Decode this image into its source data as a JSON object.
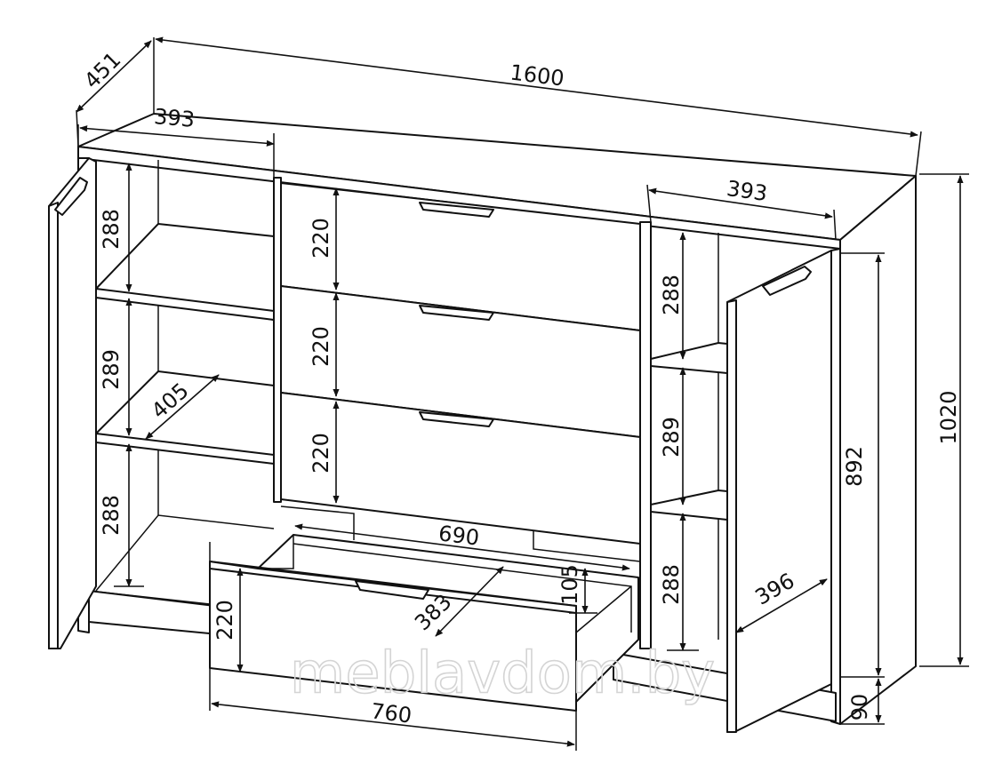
{
  "dimensions": {
    "overall_depth": "451",
    "overall_width": "1600",
    "overall_height": "1020",
    "left_cabinet_width": "393",
    "right_cabinet_width": "393",
    "left_shelf_top": "288",
    "left_shelf_middle": "289",
    "left_shelf_bottom": "288",
    "shelf_depth": "405",
    "drawer_1_height": "220",
    "drawer_2_height": "220",
    "drawer_3_height": "220",
    "open_drawer_inner_width": "690",
    "open_drawer_side_height": "105",
    "open_drawer_inner_depth": "383",
    "open_drawer_front_height": "220",
    "open_drawer_front_width": "760",
    "right_shelf_top": "288",
    "right_shelf_middle": "289",
    "right_shelf_bottom": "288",
    "right_door_width": "396",
    "side_panel_height": "892",
    "plinth_height": "90"
  },
  "watermark": "meblavdom.by"
}
